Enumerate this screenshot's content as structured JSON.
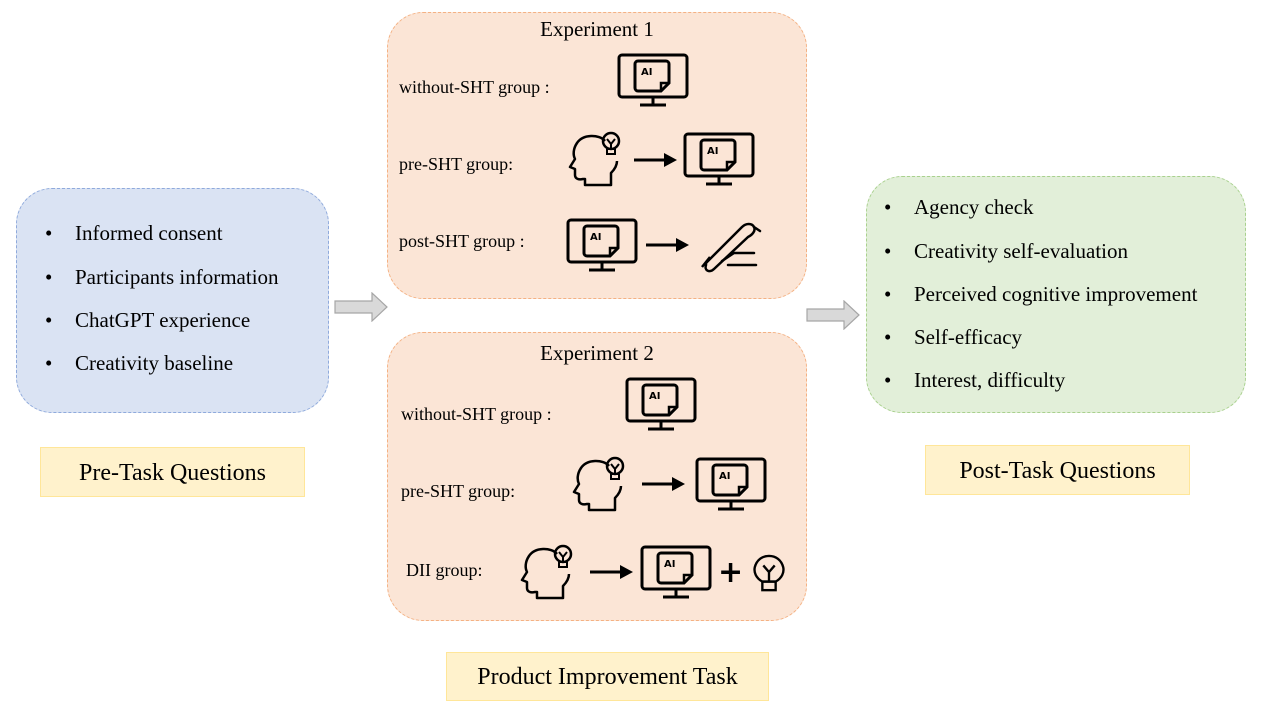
{
  "pre_task": {
    "items": [
      "Informed consent",
      "Participants information",
      "ChatGPT experience",
      "Creativity baseline"
    ],
    "label": "Pre-Task Questions",
    "bullet": "•"
  },
  "experiment1": {
    "title": "Experiment 1",
    "groups": [
      {
        "label": "without-SHT group :",
        "flow": [
          "ai-monitor-icon"
        ]
      },
      {
        "label": "pre-SHT group:",
        "flow": [
          "head-lightbulb-icon",
          "arrow-right-icon",
          "ai-monitor-icon"
        ]
      },
      {
        "label": "post-SHT group :",
        "flow": [
          "ai-monitor-icon",
          "arrow-right-icon",
          "hand-writing-icon"
        ]
      }
    ]
  },
  "experiment2": {
    "title": "Experiment 2",
    "groups": [
      {
        "label": "without-SHT group :",
        "flow": [
          "ai-monitor-icon"
        ]
      },
      {
        "label": "pre-SHT group:",
        "flow": [
          "head-lightbulb-icon",
          "arrow-right-icon",
          "ai-monitor-icon"
        ]
      },
      {
        "label": "DII group:",
        "flow": [
          "head-lightbulb-icon",
          "arrow-right-icon",
          "ai-monitor-icon",
          "plus-icon",
          "lightbulb-icon"
        ]
      }
    ]
  },
  "task_label": "Product Improvement Task",
  "post_task": {
    "items": [
      "Agency check",
      "Creativity self-evaluation",
      "Perceived cognitive improvement",
      "Self-efficacy",
      "Interest, difficulty"
    ],
    "label": "Post-Task Questions",
    "bullet": "•"
  },
  "icon_text": {
    "ai": "AI",
    "plus": "+"
  },
  "colors": {
    "pre_box_fill": "#dae3f3",
    "pre_box_border": "#8faadc",
    "exp_box_fill": "#fbe5d6",
    "exp_box_border": "#f4b183",
    "post_box_fill": "#e2efd9",
    "post_box_border": "#a9d18e",
    "label_fill": "#fff2cc",
    "label_border": "#ffe699",
    "flow_arrow_fill": "#d9d9d9",
    "flow_arrow_stroke": "#a6a6a6"
  }
}
